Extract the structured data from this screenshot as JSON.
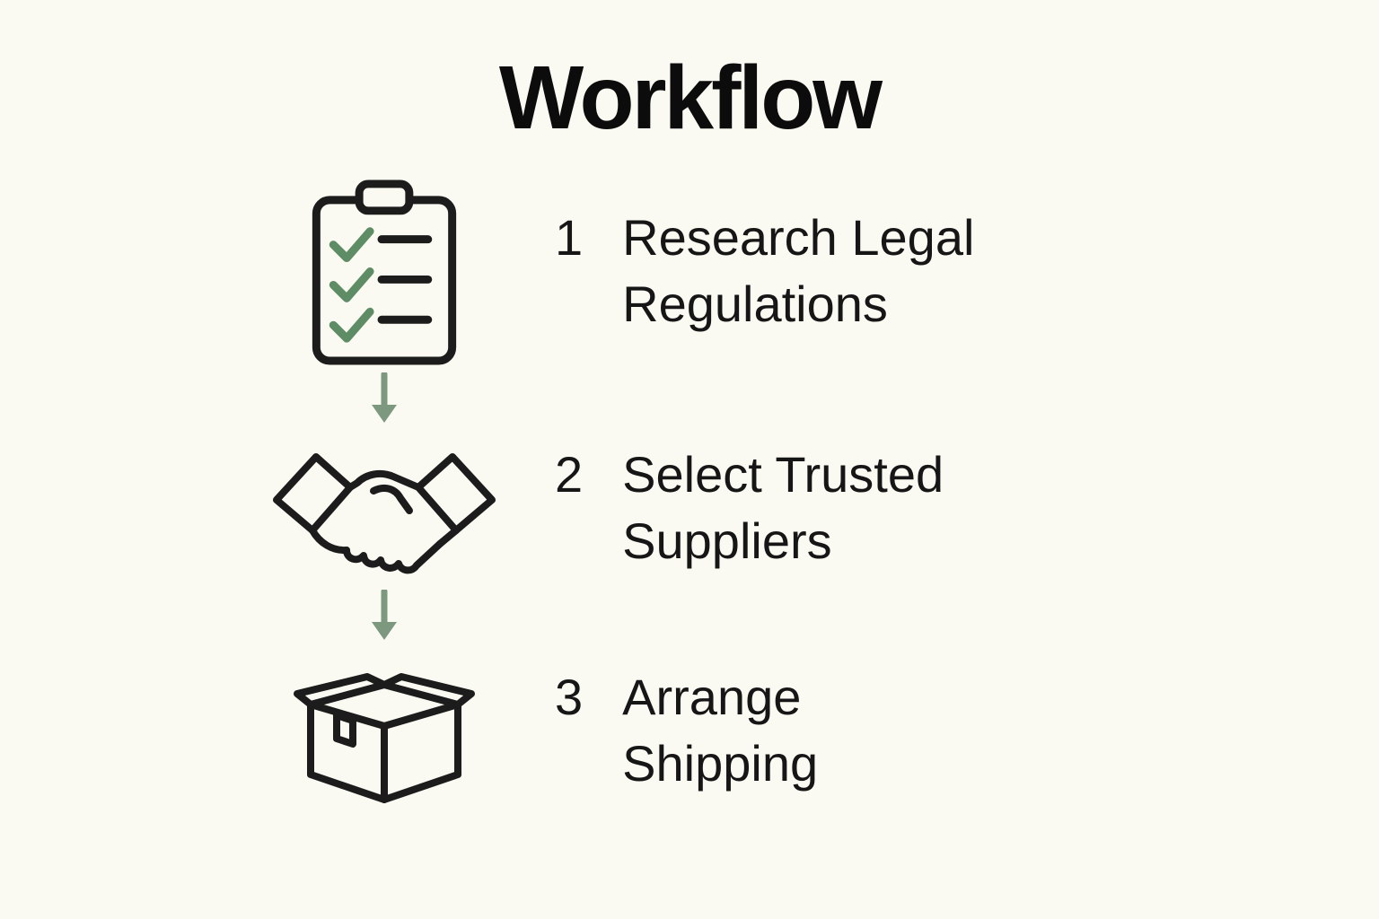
{
  "title": "Workflow",
  "colors": {
    "background": "#FAF9F2",
    "text": "#121212",
    "icon_stroke": "#1C1C1C",
    "check_green": "#5E8C64",
    "arrow_green": "#7C997F"
  },
  "steps": [
    {
      "number": "1",
      "label": "Research Legal\nRegulations",
      "icon": "clipboard-checklist-icon"
    },
    {
      "number": "2",
      "label": "Select Trusted\nSuppliers",
      "icon": "handshake-icon"
    },
    {
      "number": "3",
      "label": "Arrange\nShipping",
      "icon": "shipping-box-icon"
    }
  ],
  "connectors": [
    {
      "icon": "down-arrow-icon"
    },
    {
      "icon": "down-arrow-icon"
    }
  ]
}
